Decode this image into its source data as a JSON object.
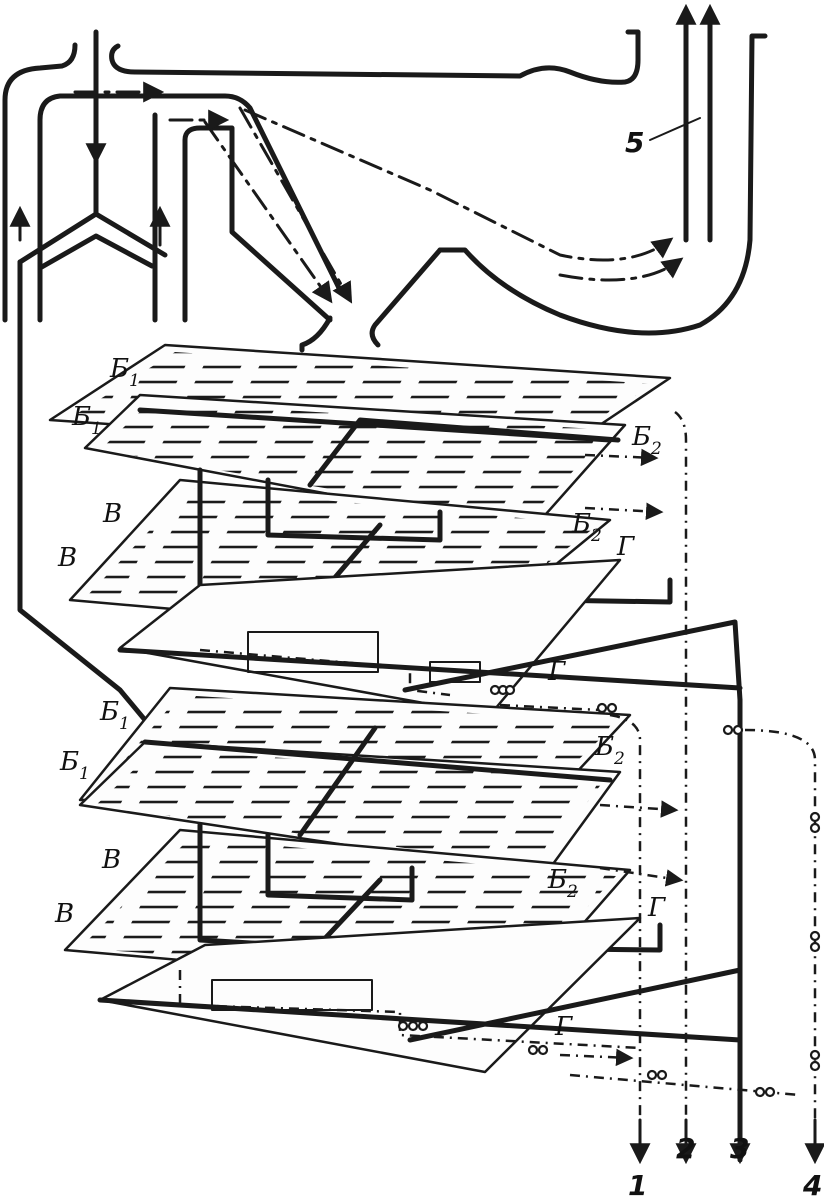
{
  "labels": {
    "b1": "Б",
    "b1_sub": "1",
    "b2": "Б",
    "b2_sub": "2",
    "v": "В",
    "g": "Г",
    "outlet_1": "1",
    "outlet_2": "2",
    "outlet_3": "3",
    "outlet_4": "4",
    "ref_5": "5"
  }
}
